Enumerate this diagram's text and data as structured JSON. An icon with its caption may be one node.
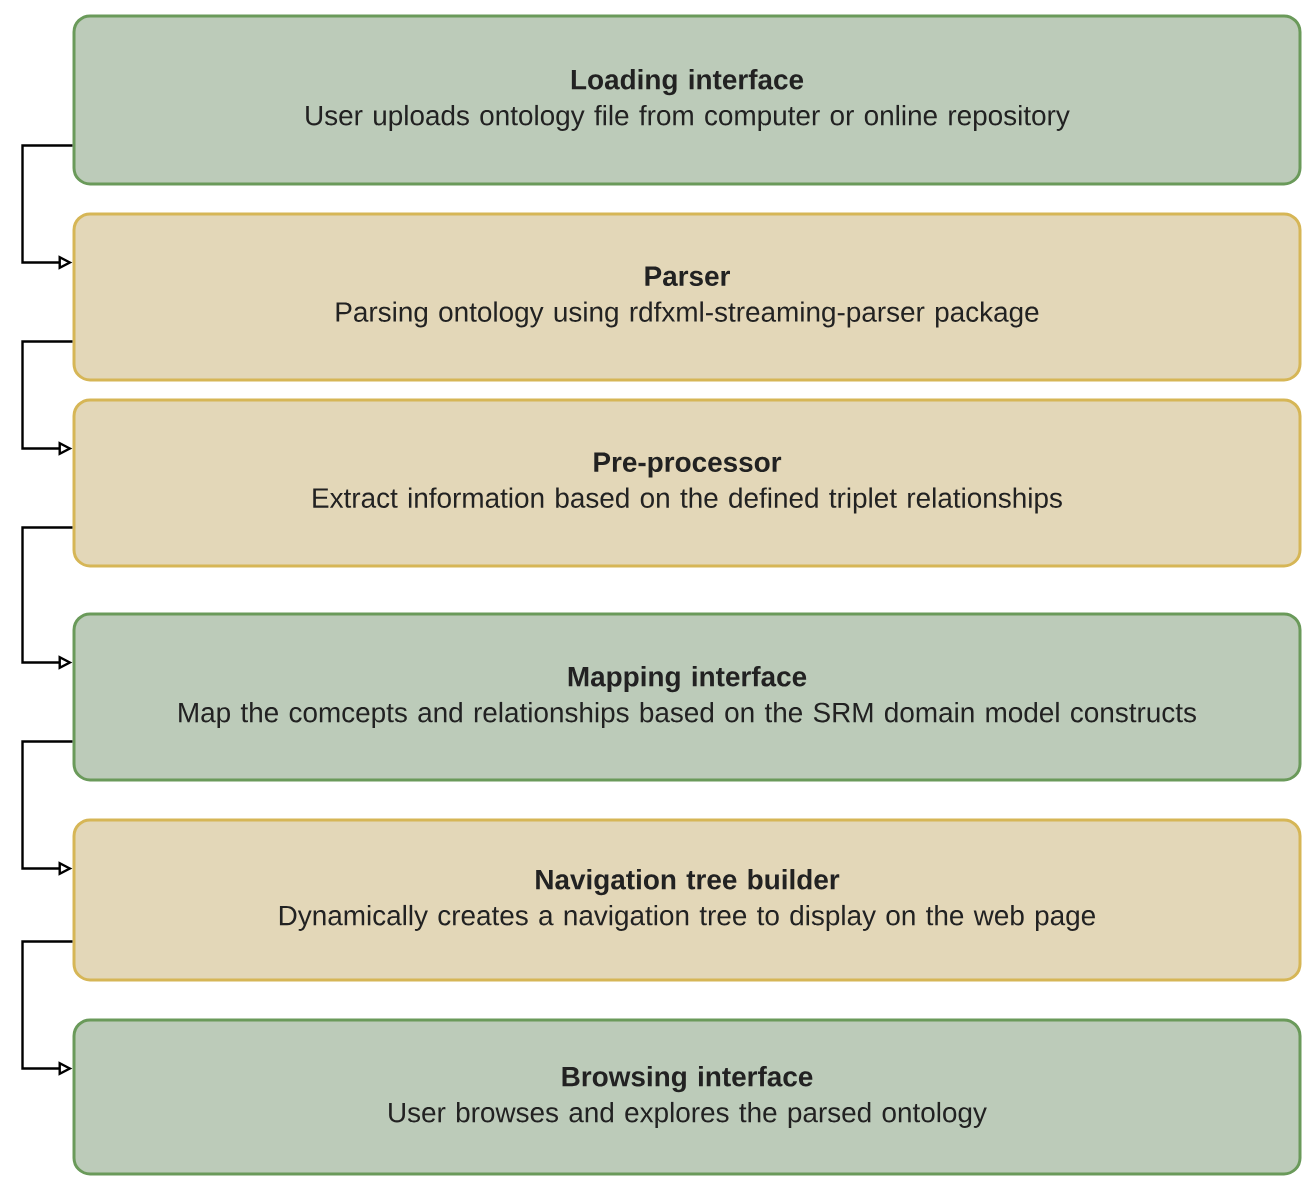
{
  "diagram": {
    "nodes": [
      {
        "text": [
          "Loading interface",
          "User uploads ontology file from computer or online repository"
        ]
      },
      {
        "text": [
          "Parser",
          "Parsing ontology using rdfxml-streaming-parser package"
        ]
      },
      {
        "text": [
          "Pre-processor",
          "Extract information based on the defined triplet relationships"
        ]
      },
      {
        "text": [
          "Mapping interface",
          "Map the comcepts and relationships based on the SRM domain model constructs"
        ]
      },
      {
        "text": [
          "Navigation tree builder",
          "Dynamically creates a navigation tree to display on the web page"
        ]
      },
      {
        "text": [
          "Browsing interface",
          "User browses and explores the parsed ontology"
        ]
      }
    ],
    "edges": [
      {
        "from": 0,
        "to": 1,
        "arrow": "to"
      },
      {
        "from": 1,
        "to": 2,
        "arrow": "to"
      },
      {
        "from": 2,
        "to": 3,
        "arrow": "to"
      },
      {
        "from": 3,
        "to": 4,
        "arrow": "to"
      },
      {
        "from": 4,
        "to": 5,
        "arrow": "to"
      }
    ]
  }
}
